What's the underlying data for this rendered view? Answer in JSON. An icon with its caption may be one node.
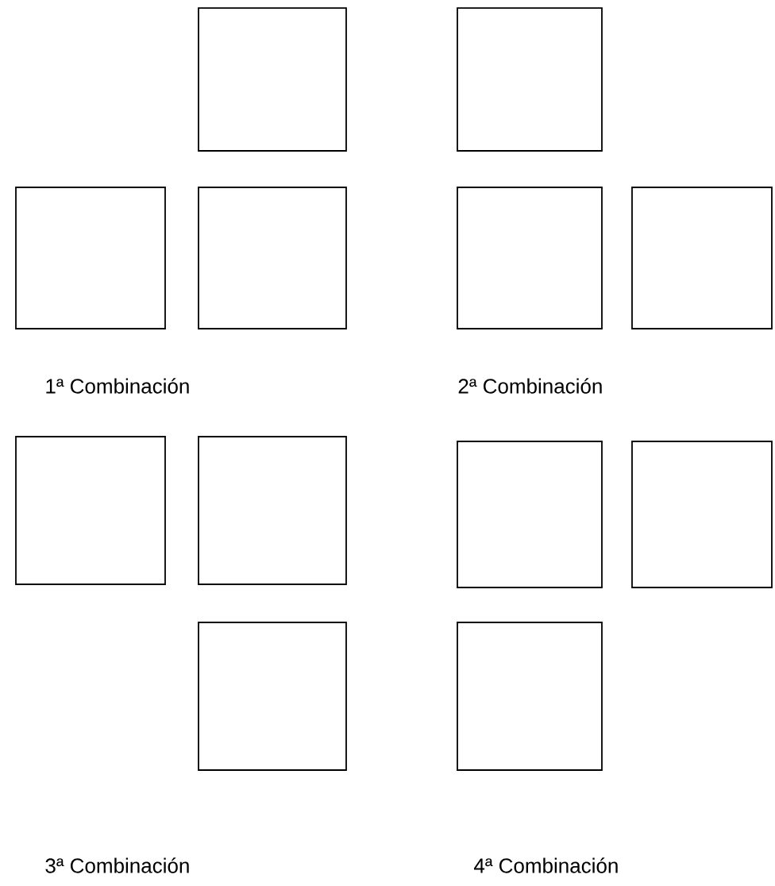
{
  "diagram": {
    "nodes": [
      {
        "text": [],
        "shape": "box"
      },
      {
        "text": [],
        "shape": "box"
      },
      {
        "text": [],
        "shape": "box"
      },
      {
        "text": [],
        "shape": "box"
      },
      {
        "text": [],
        "shape": "box"
      },
      {
        "text": [],
        "shape": "box"
      },
      {
        "text": [],
        "shape": "box"
      },
      {
        "text": [],
        "shape": "box"
      },
      {
        "text": [],
        "shape": "box"
      },
      {
        "text": [],
        "shape": "box"
      },
      {
        "text": [],
        "shape": "box"
      },
      {
        "text": [],
        "shape": "box"
      }
    ],
    "labels": [
      "1ª Combinación",
      "2ª Combinación",
      "3ª Combinación",
      "4ª Combinación"
    ]
  }
}
